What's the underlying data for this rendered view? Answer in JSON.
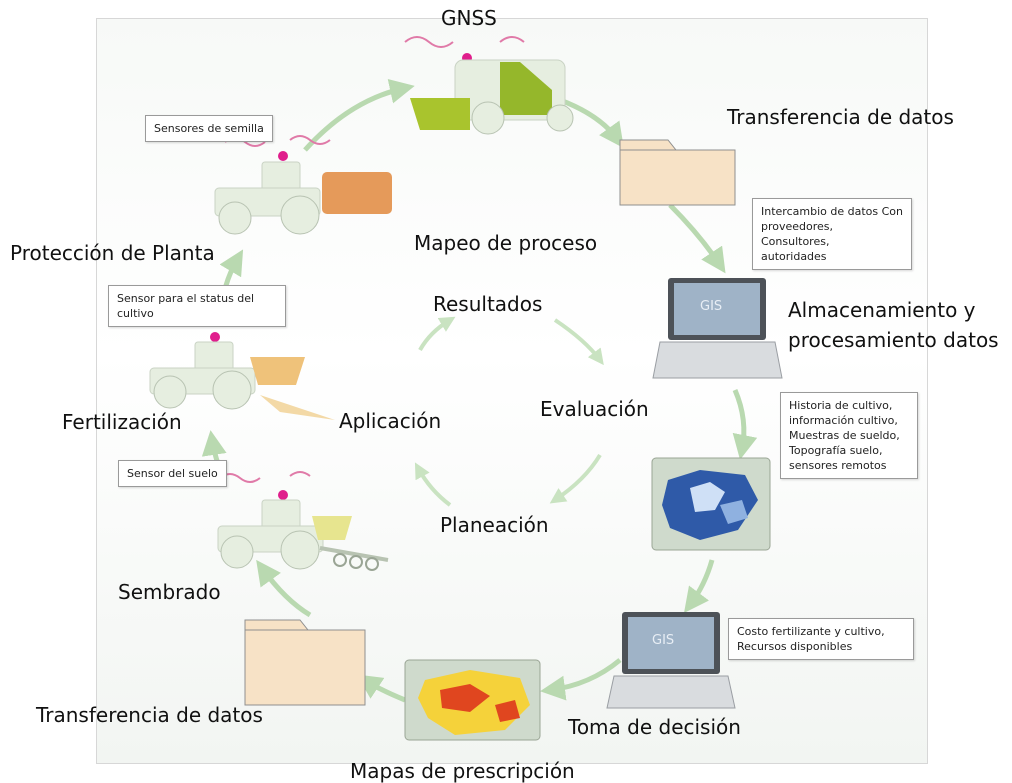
{
  "nodes": {
    "gnss": "GNSS",
    "transfer_top": "Transferencia de datos",
    "storage": "Almacenamiento y\nprocesamiento datos",
    "decision": "Toma de decisión",
    "prescription_maps": "Mapas de prescripción",
    "transfer_bottom": "Transferencia de datos",
    "sowing": "Sembrado",
    "fertilization": "Fertilización",
    "plant_protection": "Protección de Planta",
    "process_mapping": "Mapeo de proceso"
  },
  "inner_cycle": {
    "results": "Resultados",
    "evaluation": "Evaluación",
    "planning": "Planeación",
    "application": "Aplicación"
  },
  "notes": {
    "seed_sensors": "Sensores de semilla",
    "crop_status_sensor": "Sensor para el status del\ncultivo",
    "soil_sensor": "Sensor del suelo",
    "data_exchange": "Intercambio de datos Con\nproveedores, Consultores,\nautoridades",
    "crop_history": "Historia de cultivo,\ninformación cultivo,\nMuestras de sueldo,\nTopografía suelo,\nsensores remotos",
    "cost": "Costo fertilizante y cultivo,\nRecursos disponibles"
  },
  "screen_labels": {
    "gis_top": "GIS",
    "gis_bottom": "GIS"
  },
  "colors": {
    "arrow": "#b9d9b0",
    "tractor": "#e6eee0",
    "folder": "#f7e2c6",
    "accent": "#e01e8c",
    "map_blue": "#2f5aa8",
    "map_red": "#e0461f",
    "map_yellow": "#f5d23a"
  }
}
